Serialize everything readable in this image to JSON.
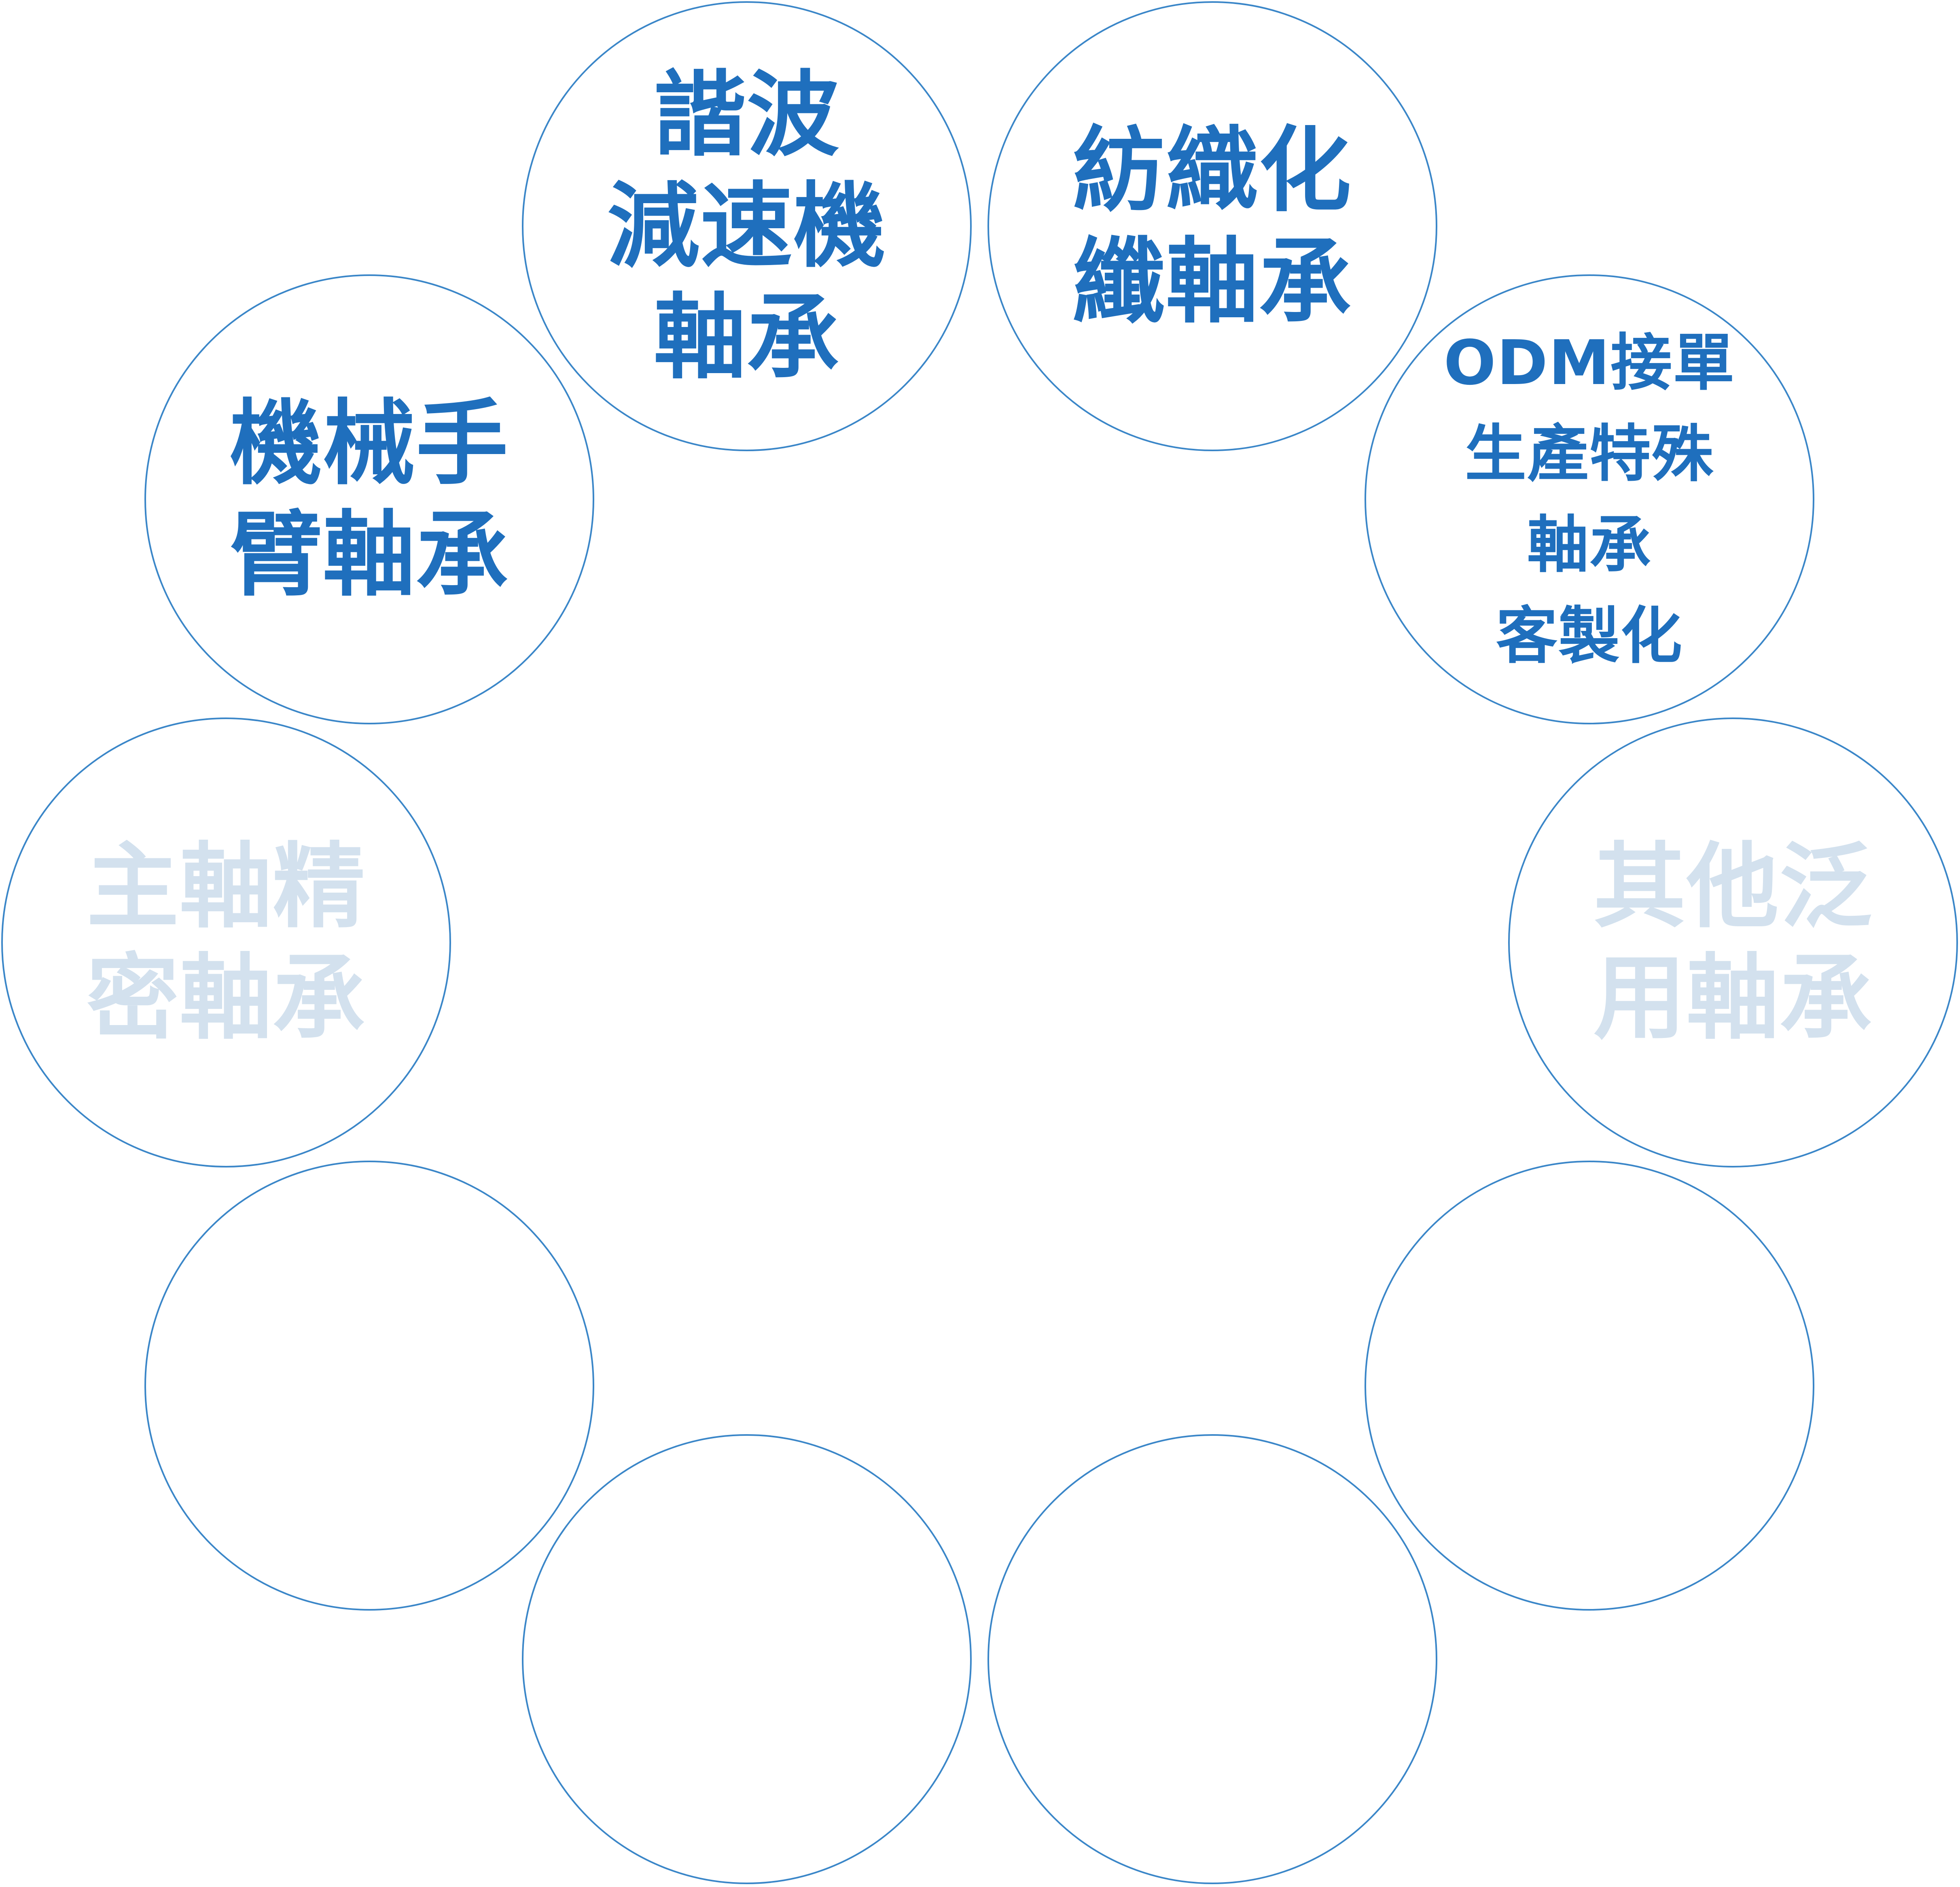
{
  "colors": {
    "circle_border": "#3a86c8",
    "active_text": "#1f6fbd",
    "faded_text": "#d3e1ee",
    "background": "#ffffff"
  },
  "circles": {
    "harmonic": {
      "lines": [
        "諧波",
        "減速機",
        "軸承"
      ]
    },
    "textile": {
      "lines": [
        "紡織化",
        "纖軸承"
      ]
    },
    "robot": {
      "lines": [
        "機械手",
        "臂軸承"
      ]
    },
    "odm": {
      "lines": [
        "ODM接單",
        "生產特殊",
        "軸承",
        "客製化"
      ]
    },
    "spindle": {
      "lines": [
        "主軸精",
        "密軸承"
      ]
    },
    "general": {
      "lines": [
        "其他泛",
        "用軸承"
      ]
    }
  }
}
